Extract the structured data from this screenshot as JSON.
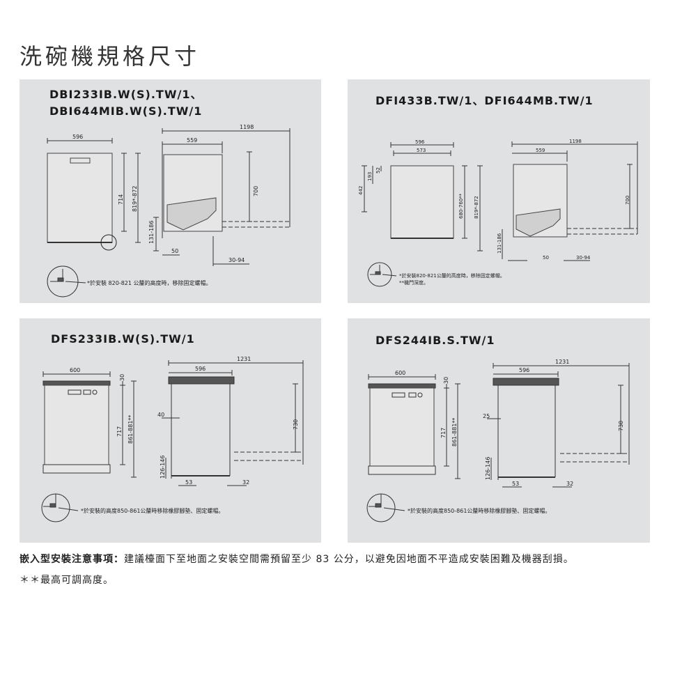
{
  "title": "洗碗機規格尺寸",
  "panels": [
    {
      "model_lines": [
        "DBI233IB.W(S).TW/1、",
        "DBI644MIB.W(S).TW/1"
      ],
      "dims": {
        "width": "596",
        "depth": "559",
        "total": "1198",
        "h1": "714",
        "h2": "819*-872",
        "door": "700",
        "foot": "131-186",
        "gap": "50",
        "range": "30-94"
      },
      "footnote": "*於安裝 820-821 公釐的高度時，移除固定螺帽。"
    },
    {
      "model_lines": [
        "DFI433B.TW/1、DFI644MB.TW/1"
      ],
      "dims": {
        "width": "596",
        "inner": "573",
        "depth": "559",
        "total": "1198",
        "h442": "442",
        "h193": "193",
        "h52": "52",
        "h1": "680-760**",
        "h2": "819*-872",
        "door": "700",
        "foot": "131-186",
        "gap": "50",
        "range": "30-94"
      },
      "footnote_lines": [
        "*於安裝820-821公釐的高度時，移除固定螺帽。",
        "**機門深度。"
      ]
    },
    {
      "model_lines": [
        "DFS233IB.W(S).TW/1"
      ],
      "dims": {
        "width": "600",
        "depth": "596",
        "total": "1231",
        "top": "30",
        "h1": "717",
        "h2": "861-881**",
        "side": "40",
        "door": "730",
        "foot": "126-146",
        "gap": "53",
        "range": "32"
      },
      "footnote": "*於安裝的高度850-861公釐時移除橡膠腳墊、固定螺帽。"
    },
    {
      "model_lines": [
        "DFS244IB.S.TW/1"
      ],
      "dims": {
        "width": "600",
        "depth": "596",
        "total": "1231",
        "top": "30",
        "h1": "717",
        "h2": "861-881**",
        "side": "25",
        "door": "730",
        "foot": "126-146",
        "gap": "53",
        "range": "32"
      },
      "footnote": "*於安裝的高度850-861公釐時移除橡膠腳墊、固定螺帽。"
    }
  ],
  "notes": {
    "install_label": "嵌入型安裝注意事項：",
    "install_text": "建議檯面下至地面之安裝空間需預留至少 83 公分，以避免因地面不平造成安裝困難及機器刮損。",
    "asterisk_note": "＊＊最高可調高度。"
  }
}
